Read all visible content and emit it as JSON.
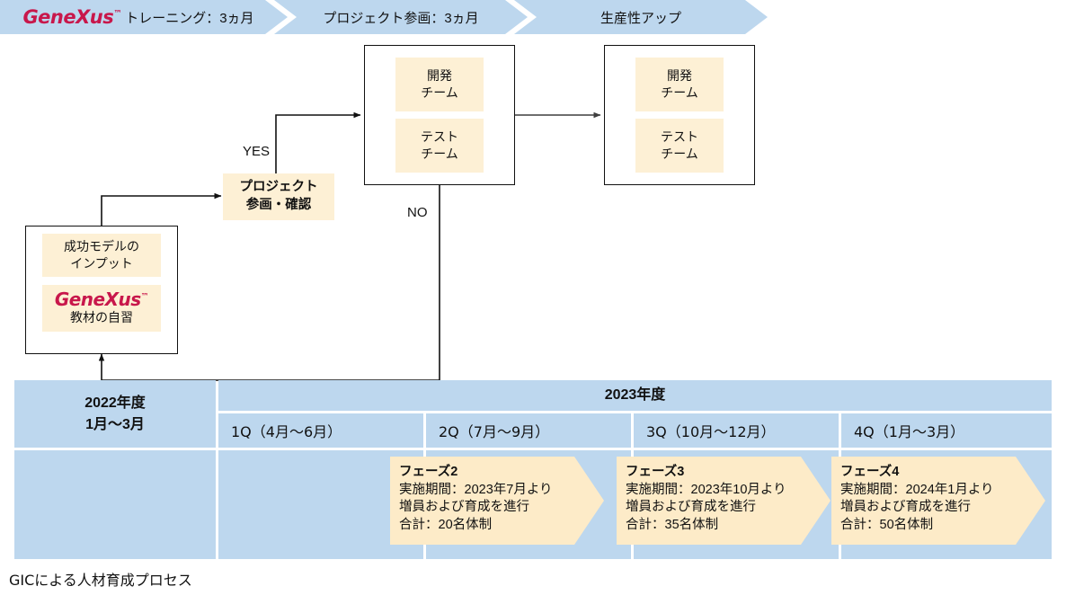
{
  "header": {
    "steps": [
      {
        "logo": "GeneXus",
        "label": "トレーニング：3ヵ月"
      },
      {
        "logo": "",
        "label": "プロジェクト参画：3ヵ月"
      },
      {
        "logo": "",
        "label": "生産性アップ"
      }
    ]
  },
  "flow": {
    "self_study_box": {
      "item1_line1": "成功モデルの",
      "item1_line2": "インプット",
      "item2_logo": "GeneXus",
      "item2_line": "教材の自習"
    },
    "decision": {
      "line1": "プロジェクト",
      "line2": "参画・確認"
    },
    "branch_yes": "YES",
    "branch_no": "NO",
    "team_group_1": {
      "dev_line1": "開発",
      "dev_line2": "チーム",
      "test_line1": "テスト",
      "test_line2": "チーム"
    },
    "team_group_2": {
      "dev_line1": "開発",
      "dev_line2": "チーム",
      "test_line1": "テスト",
      "test_line2": "チーム"
    }
  },
  "timeline": {
    "fy2022": {
      "line1": "2022年度",
      "line2": "1月～3月"
    },
    "fy2023": "2023年度",
    "quarters": [
      "1Q（4月～6月）",
      "2Q（7月～9月）",
      "3Q（10月～12月）",
      "4Q（1月～3月）"
    ],
    "phases": [
      {
        "title": "フェーズ2",
        "period": "実施期間：2023年7月より",
        "action": "増員および育成を進行",
        "total": "合計：20名体制"
      },
      {
        "title": "フェーズ3",
        "period": "実施期間：2023年10月より",
        "action": "増員および育成を進行",
        "total": "合計：35名体制"
      },
      {
        "title": "フェーズ4",
        "period": "実施期間：2024年1月より",
        "action": "増員および育成を進行",
        "total": "合計：50名体制"
      }
    ]
  },
  "caption": "GICによる人材育成プロセス",
  "colors": {
    "table_blue": "#bdd7ee",
    "chevron_blue": "#bdd7ee",
    "box_yellow": "#fdf0d5",
    "phase_yellow": "#fdebc8",
    "genexus_crimson": "#c8174b",
    "line": "#111111"
  }
}
